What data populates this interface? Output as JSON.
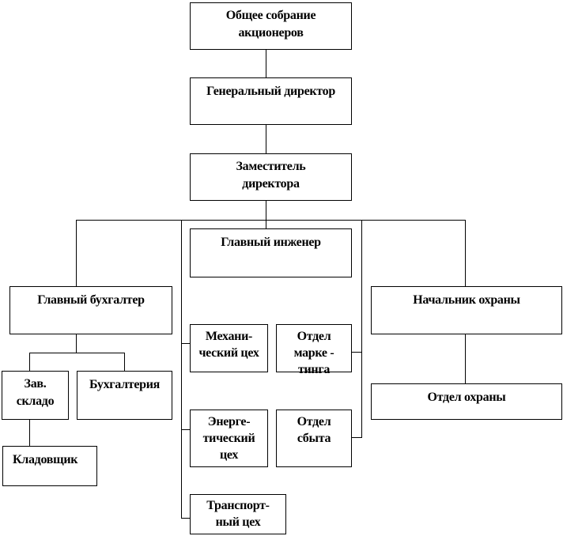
{
  "nodes": {
    "shareholders": "Общее собрание акционеров",
    "general_director": "Генеральный директор",
    "deputy_director": "Заместитель директора",
    "chief_engineer": "Главный инженер",
    "chief_accountant": "Главный бухгалтер",
    "warehouse_head": "Зав. складо",
    "accounting": "Бухгалтерия",
    "storekeeper": "Кладовщик",
    "mechanical_shop": "Механи- ческий цех",
    "marketing_dept": "Отдел марке - тинга",
    "energy_shop": "Энерге- тический цех",
    "sales_dept": "Отдел сбыта",
    "transport_shop": "Транспорт- ный цех",
    "security_head": "Начальник охраны",
    "security_dept": "Отдел охраны"
  }
}
